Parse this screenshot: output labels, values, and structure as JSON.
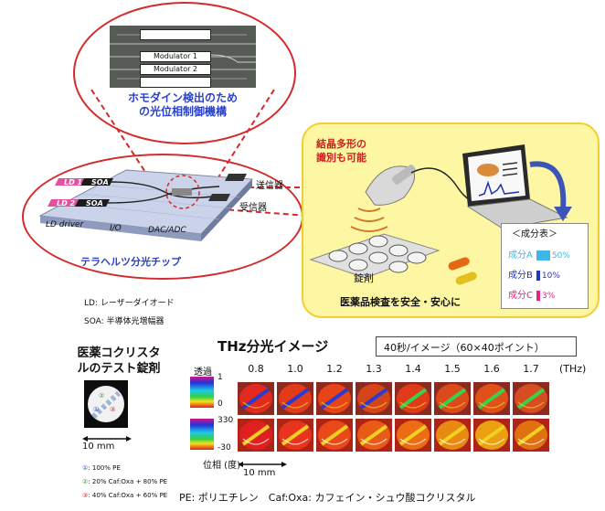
{
  "chip_photo": {
    "modulators": [
      "Modulator 1",
      "Modulator 2"
    ],
    "caption_lines": [
      "ホモダイン検出のため",
      "の光位相制御機構"
    ]
  },
  "chip": {
    "labels": [
      "LD 1",
      "SOA",
      "LD 2",
      "SOA",
      "LD driver",
      "I/O",
      "DAC/ADC"
    ],
    "transmitter": "送信器",
    "receiver": "受信器",
    "caption": "テラヘルツ分光チップ"
  },
  "legend": {
    "ld": "LD: レーザーダイオード",
    "soa": "SOA: 半導体光増幅器"
  },
  "application": {
    "crystal_note_lines": [
      "結晶多形の",
      "識別も可能"
    ],
    "tablet_label": "錠剤",
    "inspection_text": "医薬品検査を安全・安心に",
    "table_title": "＜成分表＞",
    "components": [
      {
        "name": "成分A",
        "percent": "50%",
        "color": "#3fb6e8",
        "level": 50
      },
      {
        "name": "成分B",
        "percent": "10%",
        "color": "#2233cc",
        "level": 10
      },
      {
        "name": "成分C",
        "percent": "3%",
        "color": "#e8237a",
        "level": 3
      }
    ]
  },
  "tablet": {
    "title_lines": [
      "医薬コクリスタ",
      "ルのテスト錠剤"
    ],
    "scale": "10 mm",
    "legend": [
      {
        "num": "①",
        "text": ": 100% PE",
        "color": "#2a3ccc"
      },
      {
        "num": "②",
        "text": ": 20% Caf:Oxa + 80% PE",
        "color": "#20a530"
      },
      {
        "num": "③",
        "text": ": 40% Caf:Oxa + 60% PE",
        "color": "#d42020"
      }
    ]
  },
  "imaging": {
    "title": "THz分光イメージ",
    "speed": "40秒/イメージ（60×40ポイント）",
    "frequencies": [
      "0.8",
      "1.0",
      "1.2",
      "1.3",
      "1.4",
      "1.5",
      "1.6",
      "1.7"
    ],
    "unit": "(THz)",
    "transmission_label": "透過",
    "transmission_range": [
      "1",
      "0"
    ],
    "phase_label": "位相 (度)",
    "phase_range": [
      "330",
      "-30"
    ],
    "scale": "10 mm"
  },
  "footnote": "PE: ポリエチレン　Caf:Oxa: カフェイン・シュウ酸コクリスタル"
}
